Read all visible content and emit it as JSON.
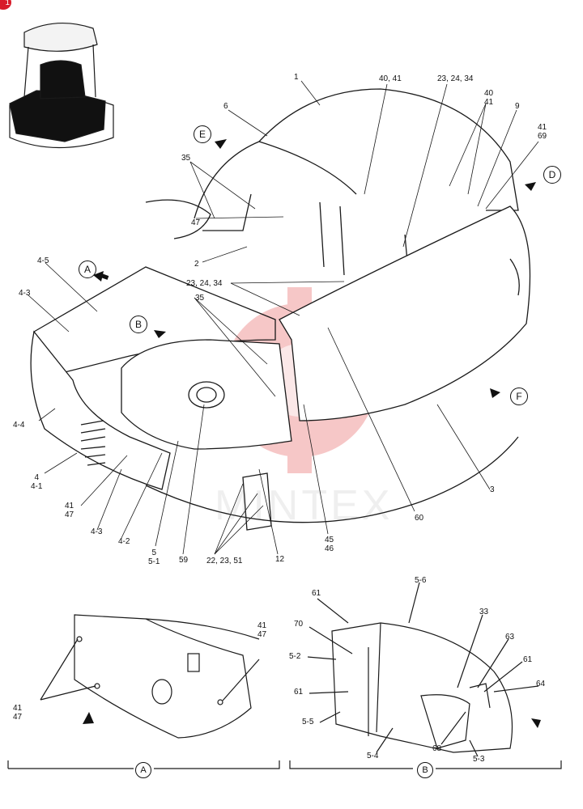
{
  "colors": {
    "line": "#1a1a1a",
    "watermark": "#e23b3b",
    "badge": "#d81b2a",
    "shade": "#111111"
  },
  "badge": "1",
  "watermark_text": "MINTEX",
  "view_markers": {
    "A": "A",
    "B": "B",
    "D": "D",
    "E": "E",
    "F": "F"
  },
  "parts": {
    "p1": "1",
    "p6": "6",
    "p40_41_top": "40, 41",
    "p23_24_34_top": "23, 24, 34",
    "p40_41_right": "40\n41",
    "p9": "9",
    "p41_69": "41\n69",
    "p35_left": "35",
    "p47": "47",
    "p2": "2",
    "p23_24_34_mid": "23, 24, 34",
    "p35_mid": "35",
    "p4_5": "4-5",
    "p4_3_top": "4-3",
    "p4_4": "4-4",
    "p4_4_1": "4\n4-1",
    "p41_47_left": "41\n47",
    "p4_3_bot": "4-3",
    "p4_2": "4-2",
    "p5_5_1": "5\n5-1",
    "p59": "59",
    "p22_23_51": "22, 23, 51",
    "p12": "12",
    "p45_46": "45\n46",
    "p60": "60",
    "p3": "3"
  },
  "detail_a": {
    "p41_47_top": "41\n47",
    "p41_47_left": "41\n47",
    "caption": "A"
  },
  "detail_b": {
    "p61_top": "61",
    "p5_6": "5-6",
    "p70": "70",
    "p5_2": "5-2",
    "p33": "33",
    "p63": "63",
    "p61_right": "61",
    "p64": "64",
    "p61_left": "61",
    "p5_5": "5-5",
    "p68": "68",
    "p5_4": "5-4",
    "p5_3": "5-3",
    "caption": "B"
  }
}
